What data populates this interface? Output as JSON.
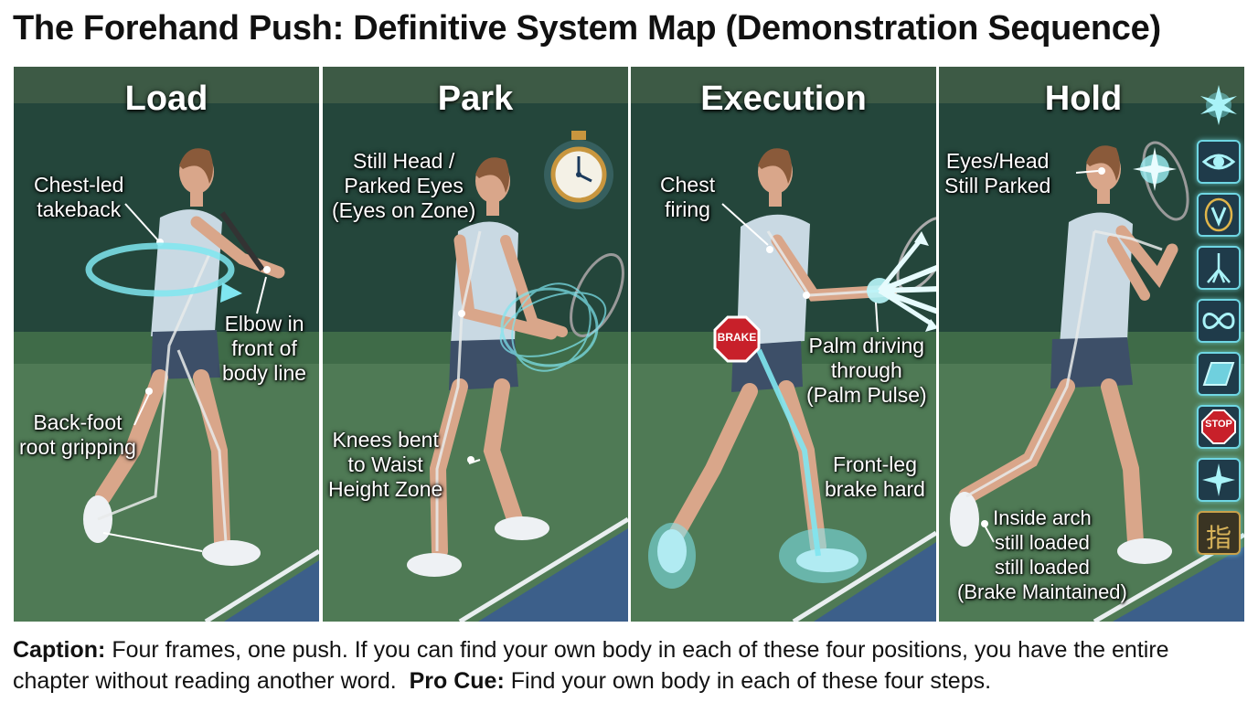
{
  "title": "The Forehand Push: Definitive System Map (Demonstration Sequence)",
  "panels": [
    {
      "title": "Load",
      "labels": {
        "chest": [
          "Chest-led",
          "takeback"
        ],
        "elbow": [
          "Elbow in",
          "front of",
          "body line"
        ],
        "foot": [
          "Back-foot",
          "root gripping"
        ]
      }
    },
    {
      "title": "Park",
      "labels": {
        "head": [
          "Still Head /",
          "Parked Eyes",
          "(Eyes on Zone)"
        ],
        "knees": [
          "Knees bent",
          "to Waist",
          "Height Zone"
        ]
      }
    },
    {
      "title": "Execution",
      "brake_sign": "BRAKE",
      "labels": {
        "chest": [
          "Chest",
          "firing"
        ],
        "palm": [
          "Palm driving",
          "through",
          "(Palm Pulse)"
        ],
        "leg": [
          "Front-leg",
          "brake hard"
        ]
      }
    },
    {
      "title": "Hold",
      "stop_sign": "STOP",
      "glyph": "指",
      "icons": [
        "starburst-icon",
        "eye-icon",
        "v-icon",
        "roots-icon",
        "infinity-icon",
        "parallelogram-icon",
        "stop-sign-icon",
        "starburst-icon",
        "glyph-icon"
      ],
      "labels": {
        "eyes": [
          "Eyes/Head",
          "Still Parked"
        ],
        "arch": [
          "Inside arch",
          "still loaded",
          "still loaded",
          "(Brake Maintained)"
        ]
      }
    }
  ],
  "caption": {
    "label": "Caption:",
    "text": " Four frames, one push. If you can find your own body in each of these four positions, you have the entire chapter without reading another word.",
    "cue_label": "Pro Cue:",
    "cue_text": " Find your own body in each of these four steps."
  },
  "colors": {
    "glow": "#7fe6f0",
    "court_green": "#4f7a55",
    "court_blue": "#3c5f8a",
    "stop_red": "#c8202a"
  }
}
